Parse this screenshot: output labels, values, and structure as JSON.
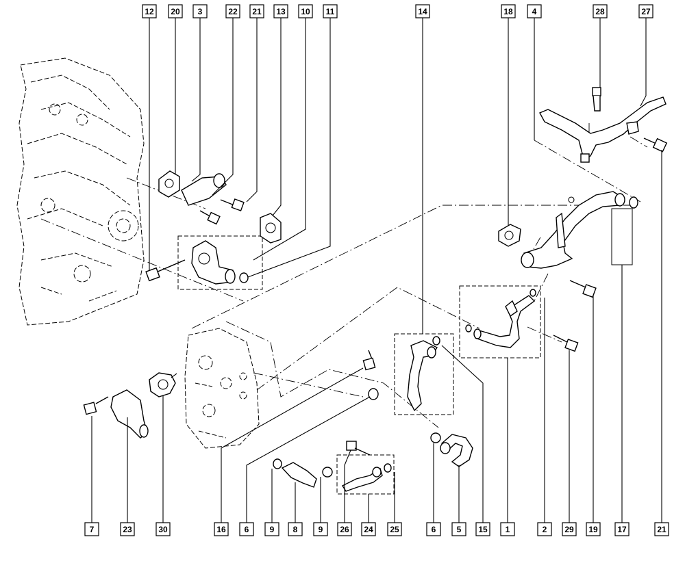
{
  "diagram": {
    "top_labels": [
      "12",
      "20",
      "3",
      "22",
      "21",
      "13",
      "10",
      "11",
      "14",
      "18",
      "4",
      "28",
      "27"
    ],
    "bottom_labels": [
      "7",
      "23",
      "30",
      "16",
      "6",
      "9",
      "8",
      "9",
      "26",
      "24",
      "25",
      "6",
      "5",
      "15",
      "1",
      "2",
      "29",
      "19",
      "17",
      "21"
    ]
  }
}
